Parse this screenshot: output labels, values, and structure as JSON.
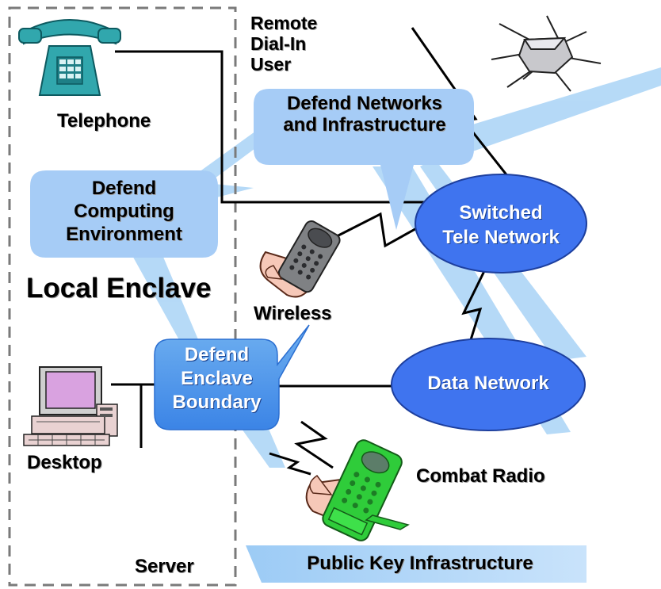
{
  "labels": {
    "remote_user": [
      "Remote",
      "Dial-In",
      "User"
    ],
    "telephone": "Telephone",
    "defend_networks": [
      "Defend Networks",
      "and Infrastructure"
    ],
    "defend_computing": [
      "Defend",
      "Computing",
      "Environment"
    ],
    "local_enclave": "Local Enclave",
    "switched_tele": [
      "Switched",
      "Tele Network"
    ],
    "wireless": "Wireless",
    "defend_enclave": [
      "Defend",
      "Enclave",
      "Boundary"
    ],
    "data_network": "Data Network",
    "desktop": "Desktop",
    "combat_radio": "Combat Radio",
    "server": "Server",
    "pki": "Public Key Infrastructure"
  },
  "icons": [
    "telephone-icon",
    "satellite-icon",
    "cellphone-icon",
    "desktop-computer-icon",
    "radio-handset-icon"
  ],
  "colors": {
    "light_blue": "#a6ccf6",
    "beam_blue": "#a9d3f6",
    "mid_blue": "#4a92ea",
    "network_blue": "#3f74ef",
    "teal_phone": "#31a7ad",
    "green_radio": "#2fcc3a"
  }
}
